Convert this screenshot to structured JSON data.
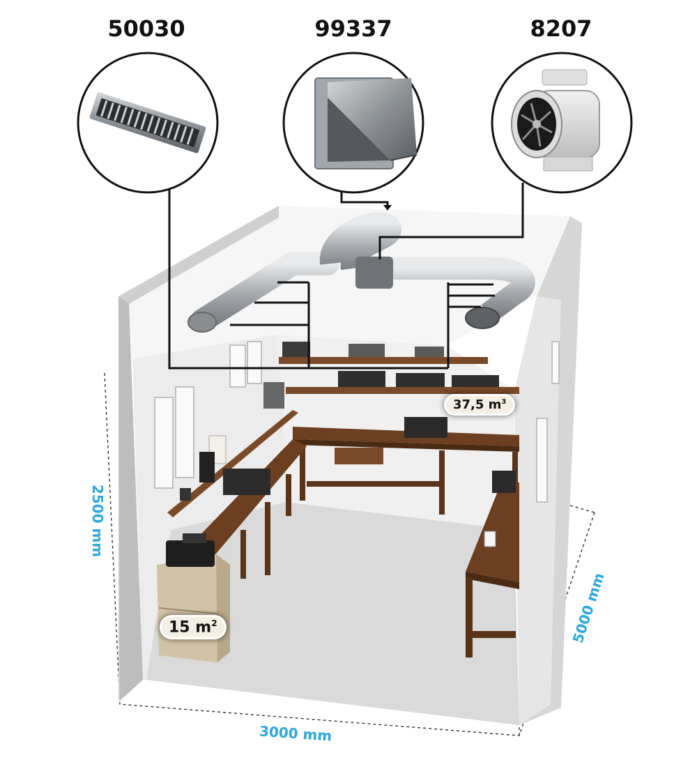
{
  "products": [
    {
      "code": "50030",
      "icon": "ventilation-grille-icon"
    },
    {
      "code": "99337",
      "icon": "wall-outlet-hood-icon"
    },
    {
      "code": "8207",
      "icon": "inline-duct-fan-icon"
    }
  ],
  "dimensions": {
    "height": "2500 mm",
    "width": "3000 mm",
    "depth": "5000 mm"
  },
  "room": {
    "area_value": "15 m",
    "area_exp": "2",
    "volume_value": "37,5 m",
    "volume_exp": "3"
  },
  "colors": {
    "dimension_text": "#29a9df",
    "wood": "#6b3f1f",
    "wall": "#e4e4e4",
    "floor": "#d8d8d8",
    "duct": "#b9bcbf"
  }
}
